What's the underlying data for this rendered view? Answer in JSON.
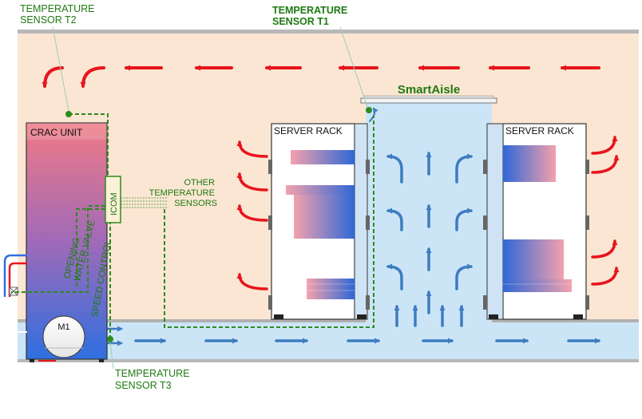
{
  "labels": {
    "sensor_t2": [
      "TEMPERATURE",
      "SENSOR T2"
    ],
    "sensor_t1": [
      "TEMPERATURE",
      "SENSOR T1"
    ],
    "sensor_t3": [
      "TEMPERATURE",
      "SENSOR T3"
    ],
    "smartaisle": "SmartAisle",
    "crac_unit": "CRAC UNIT",
    "server_rack": "SERVER RACK",
    "icom": "ICOM",
    "other_sensors": [
      "OTHER",
      "TEMPERATURE",
      "SENSORS"
    ],
    "opening_water_valve": [
      "OPENING",
      "WATER VALVE"
    ],
    "speed_control": "SPEED CONTROL",
    "motor": "M1"
  },
  "colors": {
    "hot_room": "#fbe6d3",
    "cold_air": "#cbe5f7",
    "hot_arrow": "#e8141c",
    "cold_arrow": "#3d7cc0",
    "control_line": "#2e8b1e",
    "label_green": "#1f7a12",
    "rack_hot": "#ea7d8c",
    "rack_cold": "#3a6fd0"
  }
}
